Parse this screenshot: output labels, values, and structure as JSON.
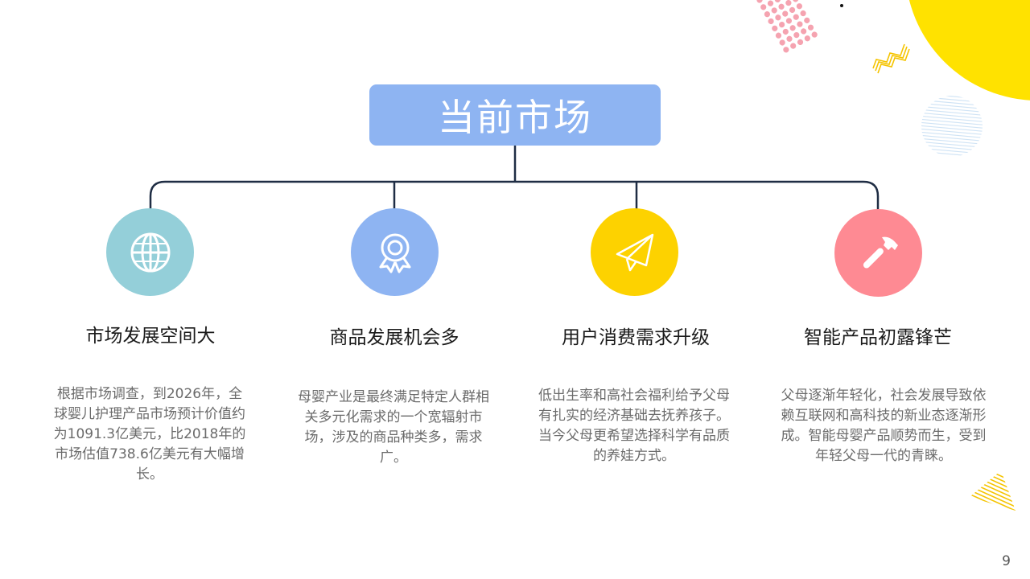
{
  "slide": {
    "title": "当前市场",
    "page_number": "9"
  },
  "colors": {
    "title_box": "#8eb4f2",
    "connector": "#1f2d44",
    "node_teal": "#94cfd9",
    "node_blue": "#8eb4f2",
    "node_yellow": "#fdd200",
    "node_pink": "#fe8a93",
    "deco_yellow": "#ffe200",
    "deco_pink_dots": "#f5a3b0",
    "deco_blue_lines": "#cfe3f5"
  },
  "nodes": [
    {
      "icon": "globe-icon",
      "title": "市场发展空间大",
      "description": "根据市场调查，到2026年，全球婴儿护理产品市场预计价值约为1091.3亿美元，比2018年的市场估值738.6亿美元有大幅增长。"
    },
    {
      "icon": "award-ribbon-icon",
      "title": "商品发展机会多",
      "description": "母婴产业是最终满足特定人群相关多元化需求的一个宽辐射市场，涉及的商品种类多，需求广。"
    },
    {
      "icon": "paper-plane-icon",
      "title": "用户消费需求升级",
      "description": "低出生率和高社会福利给予父母有扎实的经济基础去抚养孩子。当今父母更希望选择科学有品质的养娃方式。"
    },
    {
      "icon": "hammer-icon",
      "title": "智能产品初露锋芒",
      "description": "父母逐渐年轻化，社会发展导致依赖互联网和高科技的新业态逐渐形成。智能母婴产品顺势而生，受到年轻父母一代的青睐。"
    }
  ]
}
